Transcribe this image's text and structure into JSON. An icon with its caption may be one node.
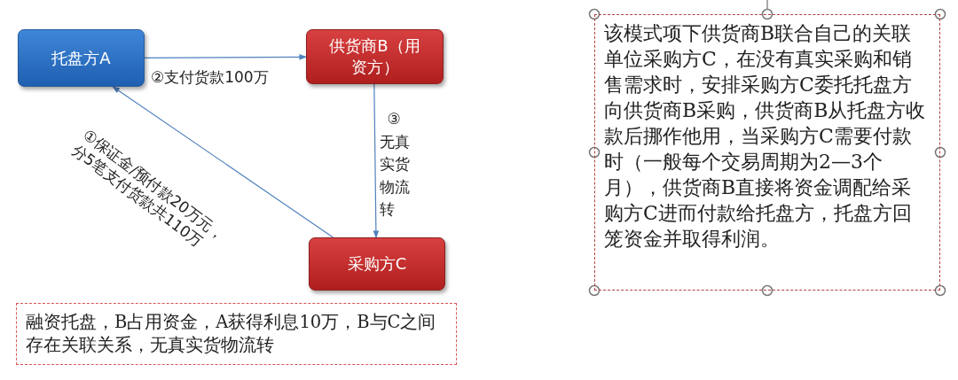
{
  "diagram": {
    "nodes": [
      {
        "text": [
          "托盘方A"
        ]
      },
      {
        "text": [
          "供货商B（用资方）"
        ]
      },
      {
        "text": [
          "采购方C"
        ]
      },
      {
        "text": [
          "融资托盘，B占用资金，A获得利息10万，B与C之间存在关联关系，无真实货物流转"
        ]
      },
      {
        "text": [
          "该模式项下供货商B联合自己的关联单位采购方C，在没有真实采购和销售需求时，安排采购方C委托托盘方向供货商B采购，供货商B从托盘方收款后挪作他用，当采购方C需要付款时（一般每个交易周期为2—3个月），供货商B直接将资金调配给采购方C进而付款给托盘方，托盘方回笼资金并取得利润。"
        ]
      }
    ],
    "edges": [
      {
        "from": 0,
        "to": 1,
        "arrow": "to",
        "label": "②支付货款100万"
      },
      {
        "from": 1,
        "to": 2,
        "arrow": "to",
        "label": "③无真实货物流转"
      },
      {
        "from": 2,
        "to": 0,
        "arrow": "to",
        "label": "①保证金/预付款20万元，分5笔支付货款共110万"
      }
    ]
  }
}
